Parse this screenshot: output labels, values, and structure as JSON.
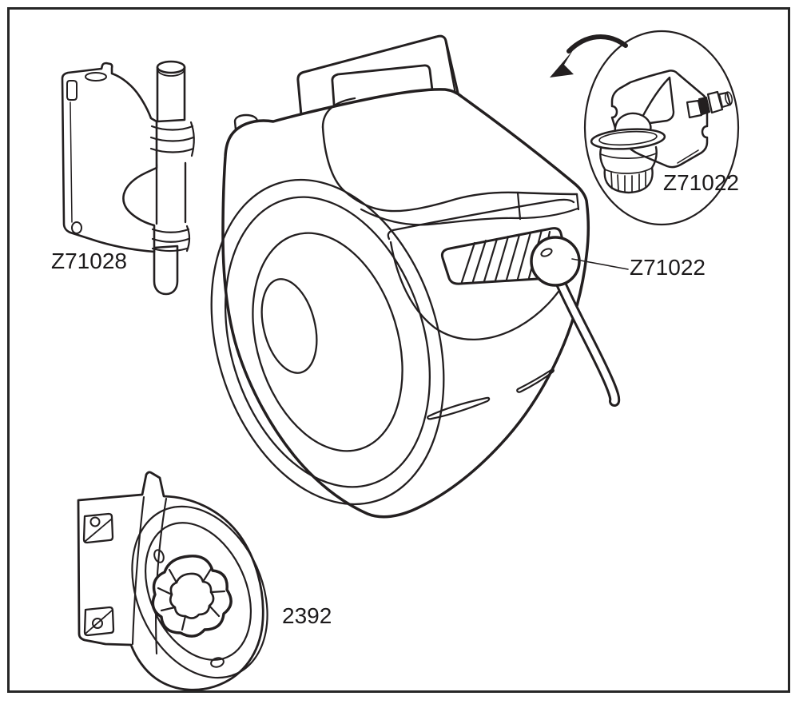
{
  "figure": {
    "kind": "parts-diagram",
    "background_color": "#ffffff",
    "line_color": "#231f20",
    "frame_color": "#262626"
  },
  "parts": {
    "wall_bracket": {
      "number": "Z71028"
    },
    "connector_detail": {
      "number": "Z71022"
    },
    "connector_callout": {
      "number": "Z71022"
    },
    "mount_plate": {
      "number": "2392"
    }
  }
}
